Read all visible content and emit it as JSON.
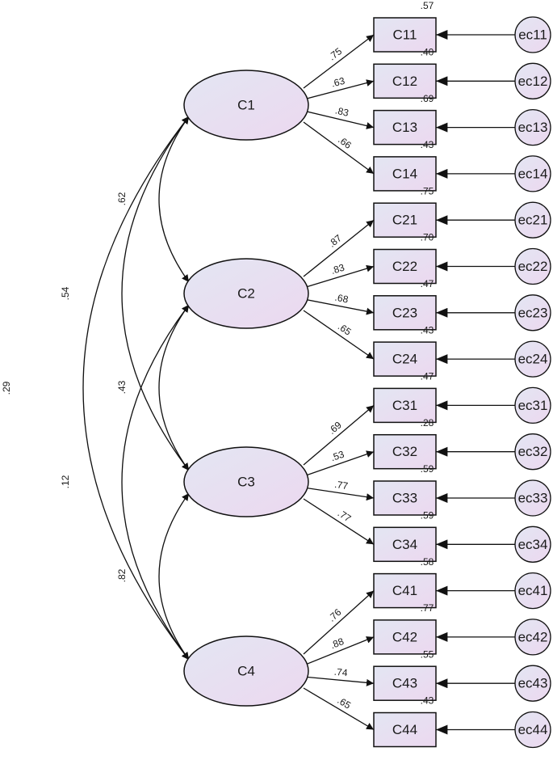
{
  "latents": [
    {
      "id": "C1",
      "label": "C1"
    },
    {
      "id": "C2",
      "label": "C2"
    },
    {
      "id": "C3",
      "label": "C3"
    },
    {
      "id": "C4",
      "label": "C4"
    }
  ],
  "indicators": [
    {
      "label": "C11",
      "error": "ec11",
      "loading": ".75",
      "r2": ".57"
    },
    {
      "label": "C12",
      "error": "ec12",
      "loading": ".63",
      "r2": ".40"
    },
    {
      "label": "C13",
      "error": "ec13",
      "loading": ".83",
      "r2": ".69"
    },
    {
      "label": "C14",
      "error": "ec14",
      "loading": ".66",
      "r2": ".43"
    },
    {
      "label": "C21",
      "error": "ec21",
      "loading": ".87",
      "r2": ".75"
    },
    {
      "label": "C22",
      "error": "ec22",
      "loading": ".83",
      "r2": ".70"
    },
    {
      "label": "C23",
      "error": "ec23",
      "loading": ".68",
      "r2": ".47"
    },
    {
      "label": "C24",
      "error": "ec24",
      "loading": ".65",
      "r2": ".43"
    },
    {
      "label": "C31",
      "error": "ec31",
      "loading": ".69",
      "r2": ".47"
    },
    {
      "label": "C32",
      "error": "ec32",
      "loading": ".53",
      "r2": ".28"
    },
    {
      "label": "C33",
      "error": "ec33",
      "loading": ".77",
      "r2": ".59"
    },
    {
      "label": "C34",
      "error": "ec34",
      "loading": ".77",
      "r2": ".59"
    },
    {
      "label": "C41",
      "error": "ec41",
      "loading": ".76",
      "r2": ".58"
    },
    {
      "label": "C42",
      "error": "ec42",
      "loading": ".88",
      "r2": ".77"
    },
    {
      "label": "C43",
      "error": "ec43",
      "loading": ".74",
      "r2": ".55"
    },
    {
      "label": "C44",
      "error": "ec44",
      "loading": ".65",
      "r2": ".43"
    }
  ],
  "covariances": [
    {
      "from": "C1",
      "to": "C2",
      "value": ".62"
    },
    {
      "from": "C2",
      "to": "C3",
      "value": ".43"
    },
    {
      "from": "C3",
      "to": "C4",
      "value": ".82"
    },
    {
      "from": "C1",
      "to": "C3",
      "value": ".54"
    },
    {
      "from": "C2",
      "to": "C4",
      "value": ".12"
    },
    {
      "from": "C1",
      "to": "C4",
      "value": ".29"
    }
  ]
}
